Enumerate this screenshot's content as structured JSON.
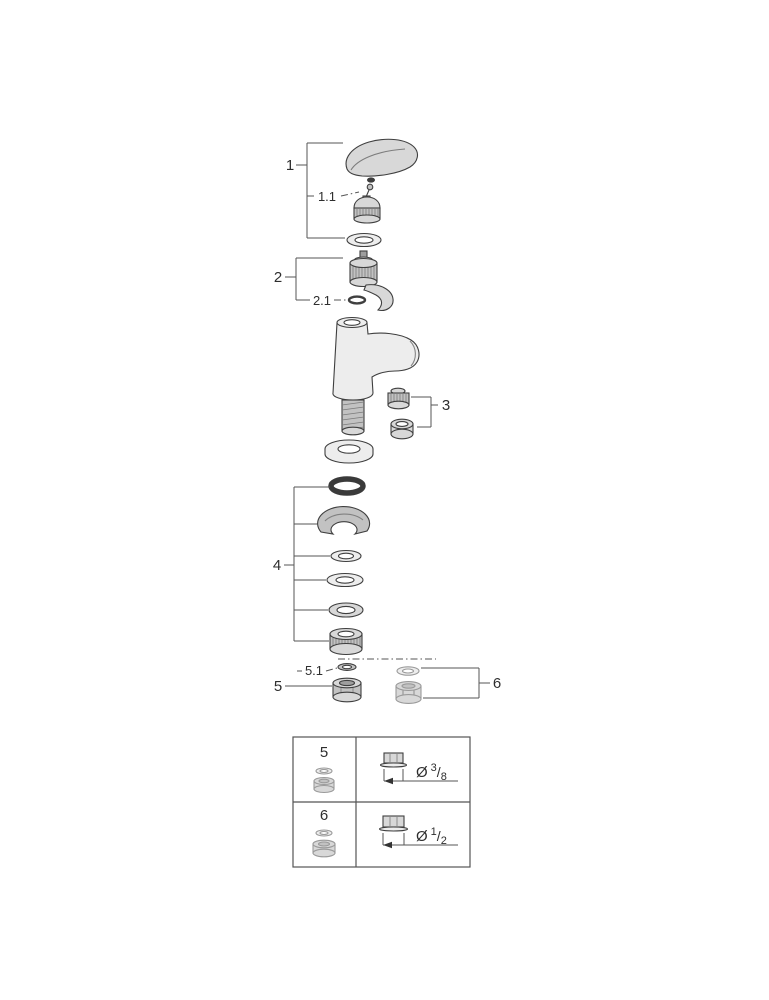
{
  "colors": {
    "line": "#3f3f3f",
    "leader": "#555555",
    "metal_light": "#ededed",
    "metal_mid": "#d8d8d8",
    "metal_dark": "#c2c2c2"
  },
  "callouts": {
    "n1": "1",
    "n1_1": "1.1",
    "n2": "2",
    "n2_1": "2.1",
    "n3": "3",
    "n4": "4",
    "n5": "5",
    "n5_1": "5.1",
    "n6": "6"
  },
  "legend": {
    "rows": [
      {
        "number": "5",
        "dia_symbol": "Ø",
        "numerator": "3",
        "slash": "/",
        "denominator": "8"
      },
      {
        "number": "6",
        "dia_symbol": "Ø",
        "numerator": "1",
        "slash": "/",
        "denominator": "2"
      }
    ]
  }
}
